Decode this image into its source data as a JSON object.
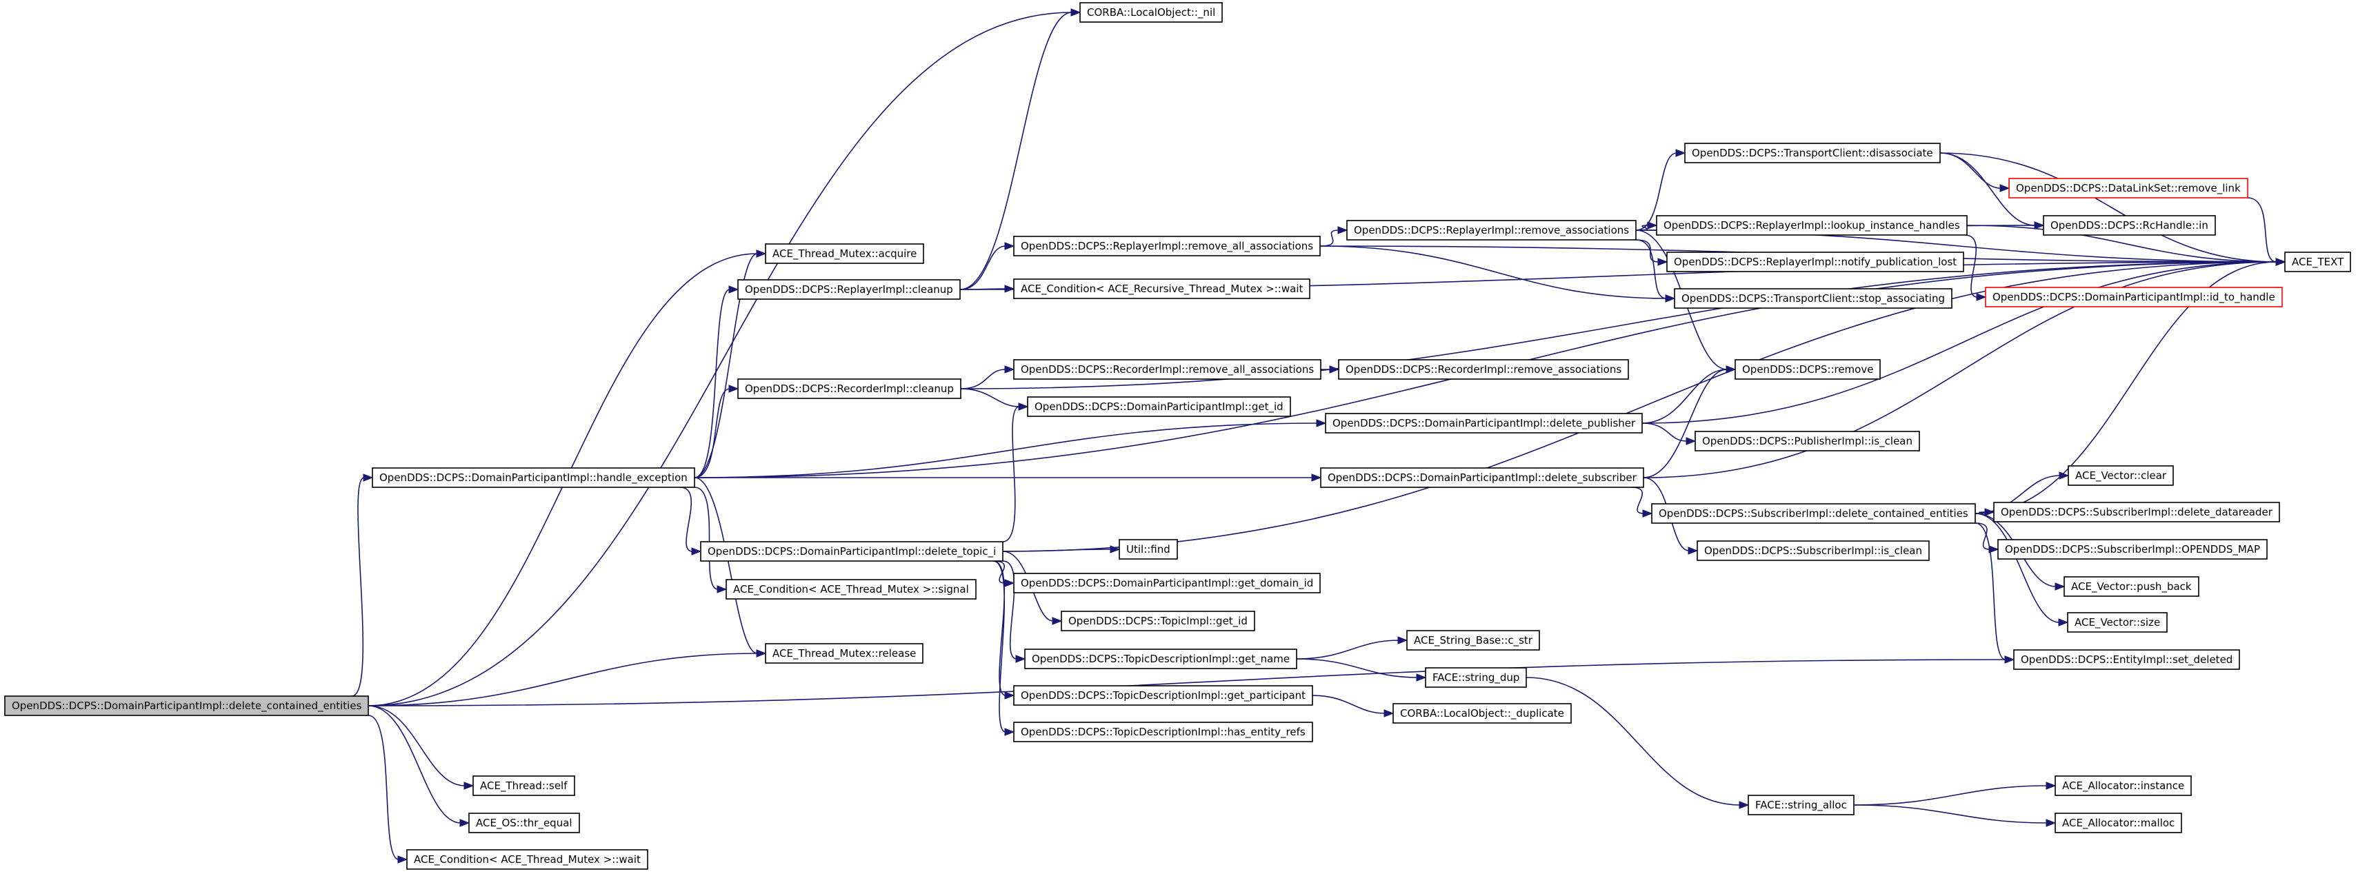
{
  "colors": {
    "edge": "#191970",
    "node_border": "#000000",
    "root_fill": "#bfbfbf",
    "truncated_border": "#ff0000"
  },
  "nodes": {
    "root": {
      "label": "OpenDDS::DCPS::DomainParticipantImpl::delete_contained_entities"
    },
    "nil": {
      "label": "CORBA::LocalObject::_nil"
    },
    "acquire": {
      "label": "ACE_Thread_Mutex::acquire"
    },
    "rep_cleanup": {
      "label": "OpenDDS::DCPS::ReplayerImpl::cleanup"
    },
    "rec_cleanup": {
      "label": "OpenDDS::DCPS::RecorderImpl::cleanup"
    },
    "handle_exc": {
      "label": "OpenDDS::DCPS::DomainParticipantImpl::handle_exception"
    },
    "del_topic": {
      "label": "OpenDDS::DCPS::DomainParticipantImpl::delete_topic_i"
    },
    "cond_signal": {
      "label": "ACE_Condition< ACE_Thread_Mutex >::signal"
    },
    "release": {
      "label": "ACE_Thread_Mutex::release"
    },
    "thr_self": {
      "label": "ACE_Thread::self"
    },
    "thr_equal": {
      "label": "ACE_OS::thr_equal"
    },
    "cond_wait": {
      "label": "ACE_Condition< ACE_Thread_Mutex >::wait"
    },
    "rep_rem_all": {
      "label": "OpenDDS::DCPS::ReplayerImpl::remove_all_associations"
    },
    "rcond_wait": {
      "label": "ACE_Condition< ACE_Recursive_Thread_Mutex >::wait"
    },
    "rec_rem_all": {
      "label": "OpenDDS::DCPS::RecorderImpl::remove_all_associations"
    },
    "dp_get_id": {
      "label": "OpenDDS::DCPS::DomainParticipantImpl::get_id"
    },
    "util_find": {
      "label": "Util::find"
    },
    "get_domain": {
      "label": "OpenDDS::DCPS::DomainParticipantImpl::get_domain_id"
    },
    "topic_get_id": {
      "label": "OpenDDS::DCPS::TopicImpl::get_id"
    },
    "td_get_name": {
      "label": "OpenDDS::DCPS::TopicDescriptionImpl::get_name"
    },
    "td_get_part": {
      "label": "OpenDDS::DCPS::TopicDescriptionImpl::get_participant"
    },
    "td_has_refs": {
      "label": "OpenDDS::DCPS::TopicDescriptionImpl::has_entity_refs"
    },
    "rep_rem_assoc": {
      "label": "OpenDDS::DCPS::ReplayerImpl::remove_associations"
    },
    "rec_rem_assoc": {
      "label": "OpenDDS::DCPS::RecorderImpl::remove_associations"
    },
    "del_pub": {
      "label": "OpenDDS::DCPS::DomainParticipantImpl::delete_publisher"
    },
    "del_sub": {
      "label": "OpenDDS::DCPS::DomainParticipantImpl::delete_subscriber"
    },
    "c_str": {
      "label": "ACE_String_Base::c_str"
    },
    "string_dup": {
      "label": "FACE::string_dup"
    },
    "duplicate": {
      "label": "CORBA::LocalObject::_duplicate"
    },
    "string_alloc": {
      "label": "FACE::string_alloc"
    },
    "tc_disassoc": {
      "label": "OpenDDS::DCPS::TransportClient::disassociate"
    },
    "lookup_ih": {
      "label": "OpenDDS::DCPS::ReplayerImpl::lookup_instance_handles"
    },
    "notify_pl": {
      "label": "OpenDDS::DCPS::ReplayerImpl::notify_publication_lost"
    },
    "stop_assoc": {
      "label": "OpenDDS::DCPS::TransportClient::stop_associating"
    },
    "remove": {
      "label": "OpenDDS::DCPS::remove"
    },
    "pub_is_clean": {
      "label": "OpenDDS::DCPS::PublisherImpl::is_clean"
    },
    "sub_del_cont": {
      "label": "OpenDDS::DCPS::SubscriberImpl::delete_contained_entities"
    },
    "sub_is_clean": {
      "label": "OpenDDS::DCPS::SubscriberImpl::is_clean"
    },
    "remove_link": {
      "label": "OpenDDS::DCPS::DataLinkSet::remove_link"
    },
    "rc_in": {
      "label": "OpenDDS::DCPS::RcHandle::in"
    },
    "id_to_handle": {
      "label": "OpenDDS::DCPS::DomainParticipantImpl::id_to_handle"
    },
    "vec_clear": {
      "label": "ACE_Vector::clear"
    },
    "del_datareader": {
      "label": "OpenDDS::DCPS::SubscriberImpl::delete_datareader"
    },
    "opendds_map": {
      "label": "OpenDDS::DCPS::SubscriberImpl::OPENDDS_MAP"
    },
    "push_back": {
      "label": "ACE_Vector::push_back"
    },
    "vec_size": {
      "label": "ACE_Vector::size"
    },
    "set_deleted": {
      "label": "OpenDDS::DCPS::EntityImpl::set_deleted"
    },
    "alloc_inst": {
      "label": "ACE_Allocator::instance"
    },
    "alloc_malloc": {
      "label": "ACE_Allocator::malloc"
    },
    "ace_text": {
      "label": "ACE_TEXT"
    }
  }
}
